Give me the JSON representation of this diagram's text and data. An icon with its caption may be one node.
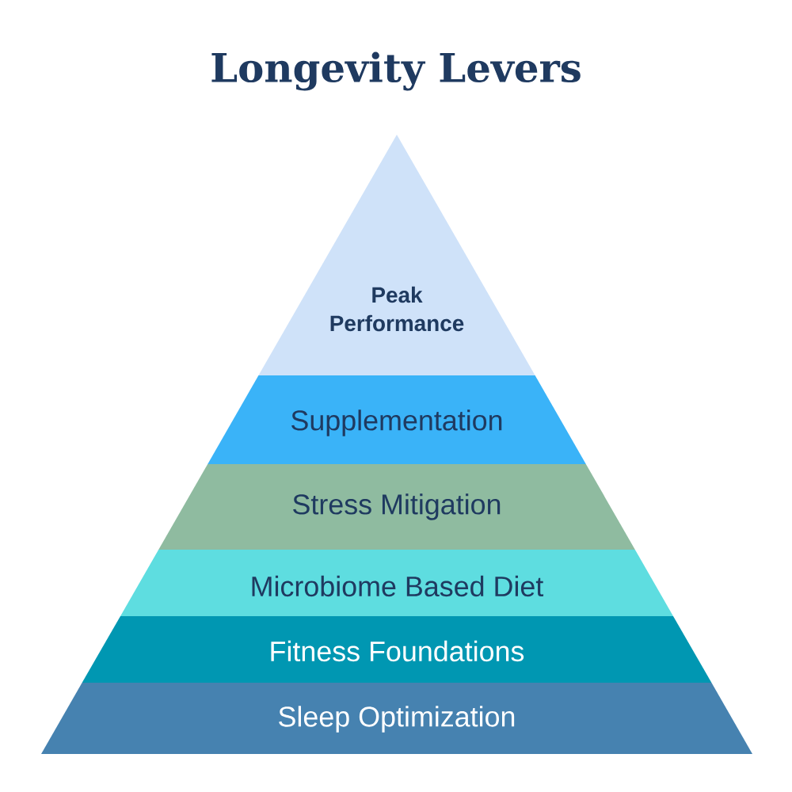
{
  "diagram": {
    "title": "Longevity Levers",
    "nodes": [
      {
        "text": [
          "Peak Performance"
        ]
      },
      {
        "text": [
          "Supplementation"
        ]
      },
      {
        "text": [
          "Stress Mitigation"
        ]
      },
      {
        "text": [
          "Microbiome Based Diet"
        ]
      },
      {
        "text": [
          "Fitness Foundations"
        ]
      },
      {
        "text": [
          "Sleep Optimization"
        ]
      }
    ]
  }
}
